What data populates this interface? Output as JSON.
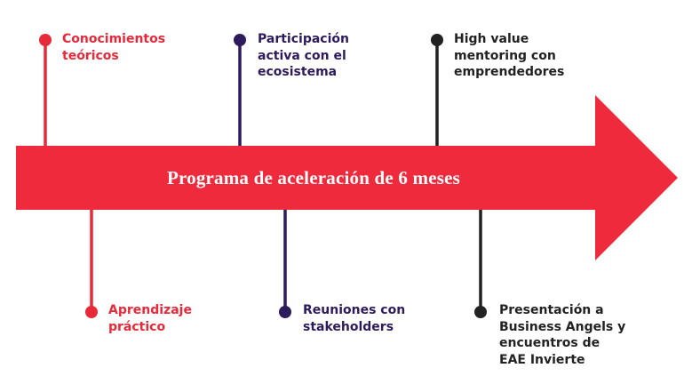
{
  "title": "Programa de aceleración de 6 meses",
  "colors": {
    "arrow": "#ee2a3c",
    "red": "#e8293a",
    "purple": "#2d1b5e",
    "dark": "#222222"
  },
  "milestones_top": [
    {
      "label": "Conocimientos\nteóricos",
      "color": "red"
    },
    {
      "label": "Participación\nactiva con el\necosistema",
      "color": "purple"
    },
    {
      "label": "High value\nmentoring con\nemprendedores",
      "color": "dark"
    }
  ],
  "milestones_bottom": [
    {
      "label": "Aprendizaje\npráctico",
      "color": "red"
    },
    {
      "label": "Reuniones con\nstakeholders",
      "color": "purple"
    },
    {
      "label": "Presentación a\nBusiness Angels y\nencuentros de\nEAE Invierte",
      "color": "dark"
    }
  ]
}
